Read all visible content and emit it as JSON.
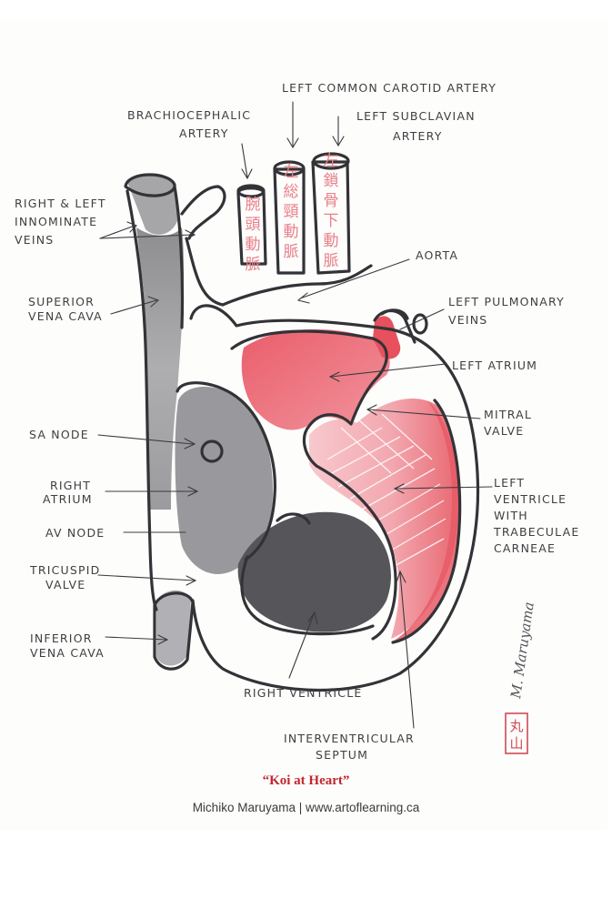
{
  "labels": {
    "left_common_carotid": "LEFT COMMON CAROTID ARTERY",
    "brachiocephalic_1": "BRACHIOCEPHALIC",
    "brachiocephalic_2": "ARTERY",
    "left_subclavian_1": "LEFT SUBCLAVIAN",
    "left_subclavian_2": "ARTERY",
    "innominate_1": "RIGHT & LEFT",
    "innominate_2": "INNOMINATE",
    "innominate_3": "VEINS",
    "aorta": "AORTA",
    "svc_1": "SUPERIOR",
    "svc_2": "VENA CAVA",
    "left_pulmonary_1": "LEFT PULMONARY",
    "left_pulmonary_2": "VEINS",
    "left_atrium": "LEFT ATRIUM",
    "sa_node": "SA NODE",
    "mitral_1": "MITRAL",
    "mitral_2": "VALVE",
    "right_atrium_1": "RIGHT",
    "right_atrium_2": "ATRIUM",
    "left_ventricle_1": "LEFT",
    "left_ventricle_2": "VENTRICLE",
    "left_ventricle_3": "WITH",
    "left_ventricle_4": "TRABECULAE",
    "left_ventricle_5": "CARNEAE",
    "av_node": "AV NODE",
    "tricuspid_1": "TRICUSPID",
    "tricuspid_2": "VALVE",
    "ivc_1": "INFERIOR",
    "ivc_2": "VENA CAVA",
    "right_ventricle": "RIGHT VENTRICLE",
    "septum_1": "INTERVENTRICULAR",
    "septum_2": "SEPTUM"
  },
  "kanji": {
    "brachiocephalic": [
      "腕",
      "頭",
      "動",
      "脈"
    ],
    "left_common_carotid": [
      "左",
      "総",
      "頸",
      "動",
      "脈"
    ],
    "left_subclavian": [
      "左",
      "鎖",
      "骨",
      "下",
      "動",
      "脈"
    ]
  },
  "signature": "M. Maruyama",
  "seal": [
    "丸",
    "山"
  ],
  "caption": "“Koi at Heart”",
  "credit": "Michiko Maruyama | www.artoflearning.ca",
  "colors": {
    "pink": "#e85a66",
    "pink_light": "#f3a8b0",
    "grey_dark": "#58585c",
    "grey_mid": "#9a9a9d",
    "ink": "#333337",
    "caption_red": "#c1262c"
  }
}
